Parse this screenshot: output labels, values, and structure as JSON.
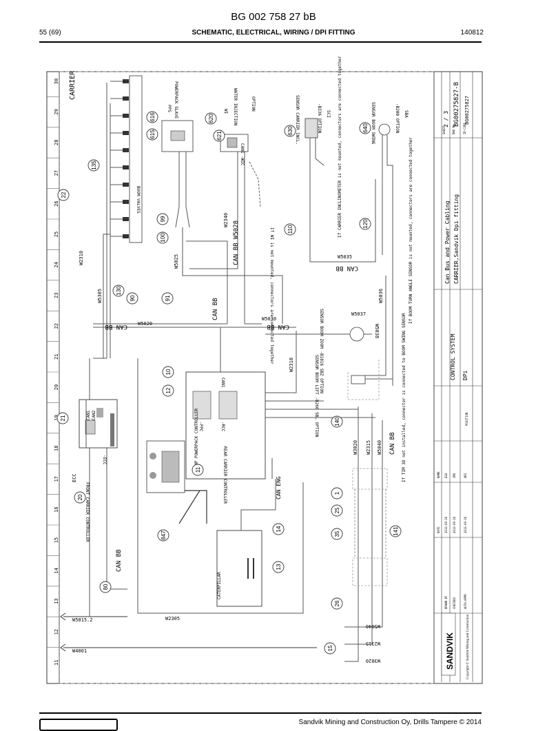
{
  "header": {
    "doc_id": "BG 002 758 27 bB",
    "page": "55 (69)",
    "title": "SCHEMATIC, ELECTRICAL, WIRING / DPI FITTING",
    "date_code": "140812"
  },
  "footer": {
    "company": "Sandvik Mining and Construction Oy, Drills Tampere © 2014"
  },
  "border_numbers": [
    "30",
    "29",
    "28",
    "27",
    "26",
    "25",
    "24",
    "23",
    "22",
    "21",
    "20",
    "19",
    "18",
    "17",
    "16",
    "15",
    "14",
    "13",
    "12",
    "11"
  ],
  "labels": {
    "carrier": "CARRIER",
    "boom_valves": "BOOM VALVES",
    "pps": "PPS",
    "powerpack_slave": "POWERPACK SLAVE",
    "wi": "WI",
    "water_injection": "WATER INJECTION",
    "option": "OPTION",
    "can1_wic": "CAN1 -WIC",
    "sensor_carrier": "SENSOR CARRIER INCL.",
    "b336": "-B336 OPTION",
    "sci": "SCI",
    "sensor_boom_swing": "SENSOR BOOM SWING",
    "b200": "-B200 OPTION",
    "sba": "SBA",
    "w2310": "W2310",
    "w5305": "W5305",
    "w2340": "W2340",
    "can_bb_w5028": "CAN BB W5028",
    "w5025": "W5025",
    "w5020": "W5020",
    "can_bb": "CAN BB",
    "w5030": "W5030",
    "w5035": "W5035",
    "w5036": "W5036",
    "w5037": "W5037",
    "w5038": "W5038",
    "w2318": "W2318",
    "w3020": "W3020",
    "w2315": "W2315",
    "w5040": "W5040",
    "w2305": "W2305",
    "w5015_2": "W5015.2",
    "w4001": "W4001",
    "can_eng": "CAN ENG",
    "caterpillar": "CATERPILLAR",
    "ecc": "ECC",
    "front_carrier": "FRONT CARRIER CONTROLLER",
    "ecc_tag": "-ECC",
    "can1": "CAN1",
    "can2": "CAN2",
    "mp_powerpack": "MP POWERPACK CONTROLLER",
    "ppc": "-PPC",
    "rear_carrier": "REAR CARRIER CONTROLLER",
    "rcc": "-RCC",
    "sensor_boom_zoom": "SENSOR BOOM ZOOM -B1016 SBZ OPTION",
    "sensor_boom_lift": "SENSOR BOOM LIFT -B260 SBL OPTION",
    "note_wi": "If WI is not mounted, connectors are connected together",
    "note_incl": "If CARRIER INCLINOMETER is not mounted, connectors are connected together",
    "note_boom_turn": "If BOOM TURN ANGLE SENSOR is not mounted, connectors are connected together",
    "note_tim": "If TIM 3D not installed, connector is connected to BOOM SWING SENSOR"
  },
  "callouts": [
    "135",
    "22",
    "615",
    "616",
    "620",
    "621",
    "630",
    "640",
    "99",
    "100",
    "110",
    "120",
    "130",
    "90",
    "91",
    "10",
    "12",
    "21",
    "20",
    "11",
    "140",
    "1",
    "25",
    "35",
    "141",
    "847",
    "13",
    "14",
    "80",
    "26",
    "15"
  ],
  "title_block": {
    "sheet_label": "SHEET",
    "sheet": "2 / 3",
    "dwg_no_label": "DWG No",
    "dwg_no": "BG00275827-B",
    "id_code_label": "ID-CODE",
    "id_code": "BG00275827",
    "title_line1": "Can Bus and Power Cabling",
    "title_line2": "CARRIER,Sandvik Dpi fitting",
    "system": "CONTROL SYSTEM",
    "dpi": "DPi",
    "position_label": "POSITION",
    "date_label": "DATE",
    "name_label": "NAME",
    "drawn_by": "DRAWN BY",
    "checked": "CHECKED",
    "approved": "AUTH.APPR",
    "drawn_date": "2013-09-16",
    "checked_date": "2013-09-16",
    "approved_date": "2013-09-16",
    "name1": "ESA",
    "name2": "JMO",
    "name3": "ARI",
    "brand": "SANDVIK",
    "copyright": "Copyright © Sandvik Mining and Construction"
  }
}
